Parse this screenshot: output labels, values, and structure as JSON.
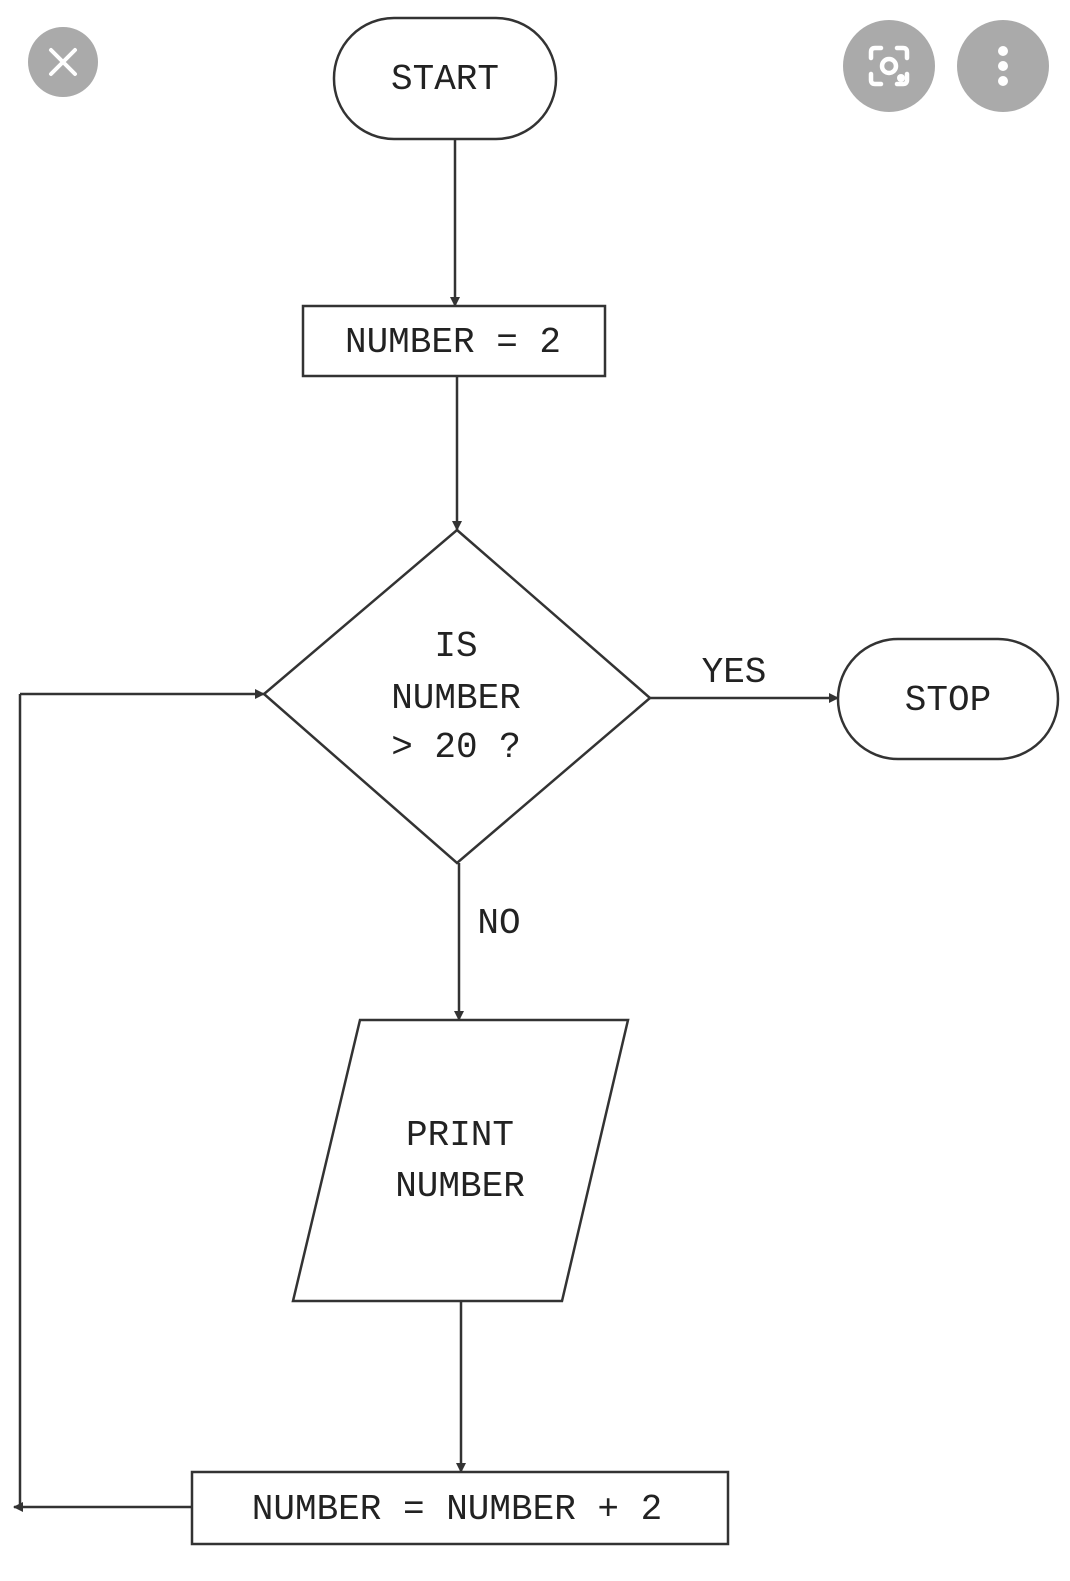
{
  "overlay": {
    "close_icon": "close-icon",
    "lens_icon": "image-search-icon",
    "more_icon": "more-vertical-icon",
    "button_color": "#aaaaaa",
    "icon_color": "#ffffff"
  },
  "flowchart": {
    "start": "START",
    "init": "NUMBER = 2",
    "decision_lines": [
      "IS",
      "NUMBER",
      "> 20 ?"
    ],
    "yes_label": "YES",
    "no_label": "NO",
    "stop": "STOP",
    "print_lines": [
      "PRINT",
      "NUMBER"
    ],
    "increment": "NUMBER = NUMBER + 2"
  }
}
